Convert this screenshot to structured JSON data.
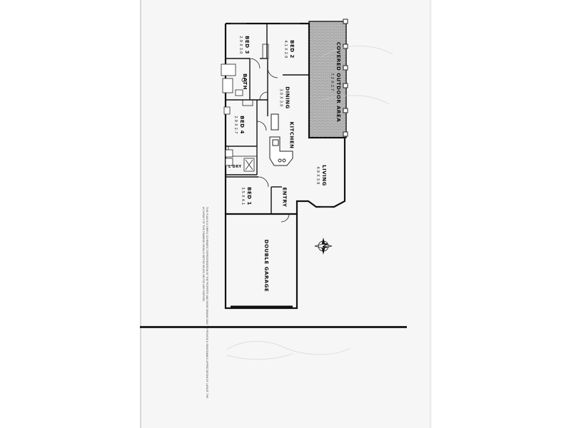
{
  "rooms": {
    "bed3": {
      "name": "BED 3",
      "dim": "2.9 X 3.0"
    },
    "bed2": {
      "name": "BED 2",
      "dim": "4.1 X 2.9"
    },
    "covered": {
      "name": "COVERED OUTDOOR AREA",
      "dim": "7.2 X 2.7"
    },
    "bath": {
      "name": "BATH",
      "dim": ""
    },
    "dining": {
      "name": "DINING",
      "dim": "3.0 X 3.0"
    },
    "bed4": {
      "name": "BED 4",
      "dim": "2.9 X 2.7"
    },
    "kitchen": {
      "name": "KITCHEN",
      "dim": ""
    },
    "living": {
      "name": "LIVING",
      "dim": "4.9 X 3.9"
    },
    "bed1": {
      "name": "BED 1",
      "dim": "3.5 X 4.1"
    },
    "entry": {
      "name": "ENTRY",
      "dim": ""
    },
    "garage": {
      "name": "DOUBLE GARAGE",
      "dim": ""
    },
    "laundry": {
      "name": "L'DRY",
      "dim": ""
    }
  },
  "compass": {
    "label": "N"
  },
  "disclaimer": [
    "THIS PLAN IS A SIMPLE SCHEMATIC REPRESENTATION OF THE PROPERTY AND BEEN DRAWN ONLY TO PROVIDE A REASONABLE APPRECIATION OF LAYOUT. THE",
    "ACCURACY OF THIS DRAWING SHOULD NOT BE RELIED ON FOR ANY PURPOSE."
  ]
}
